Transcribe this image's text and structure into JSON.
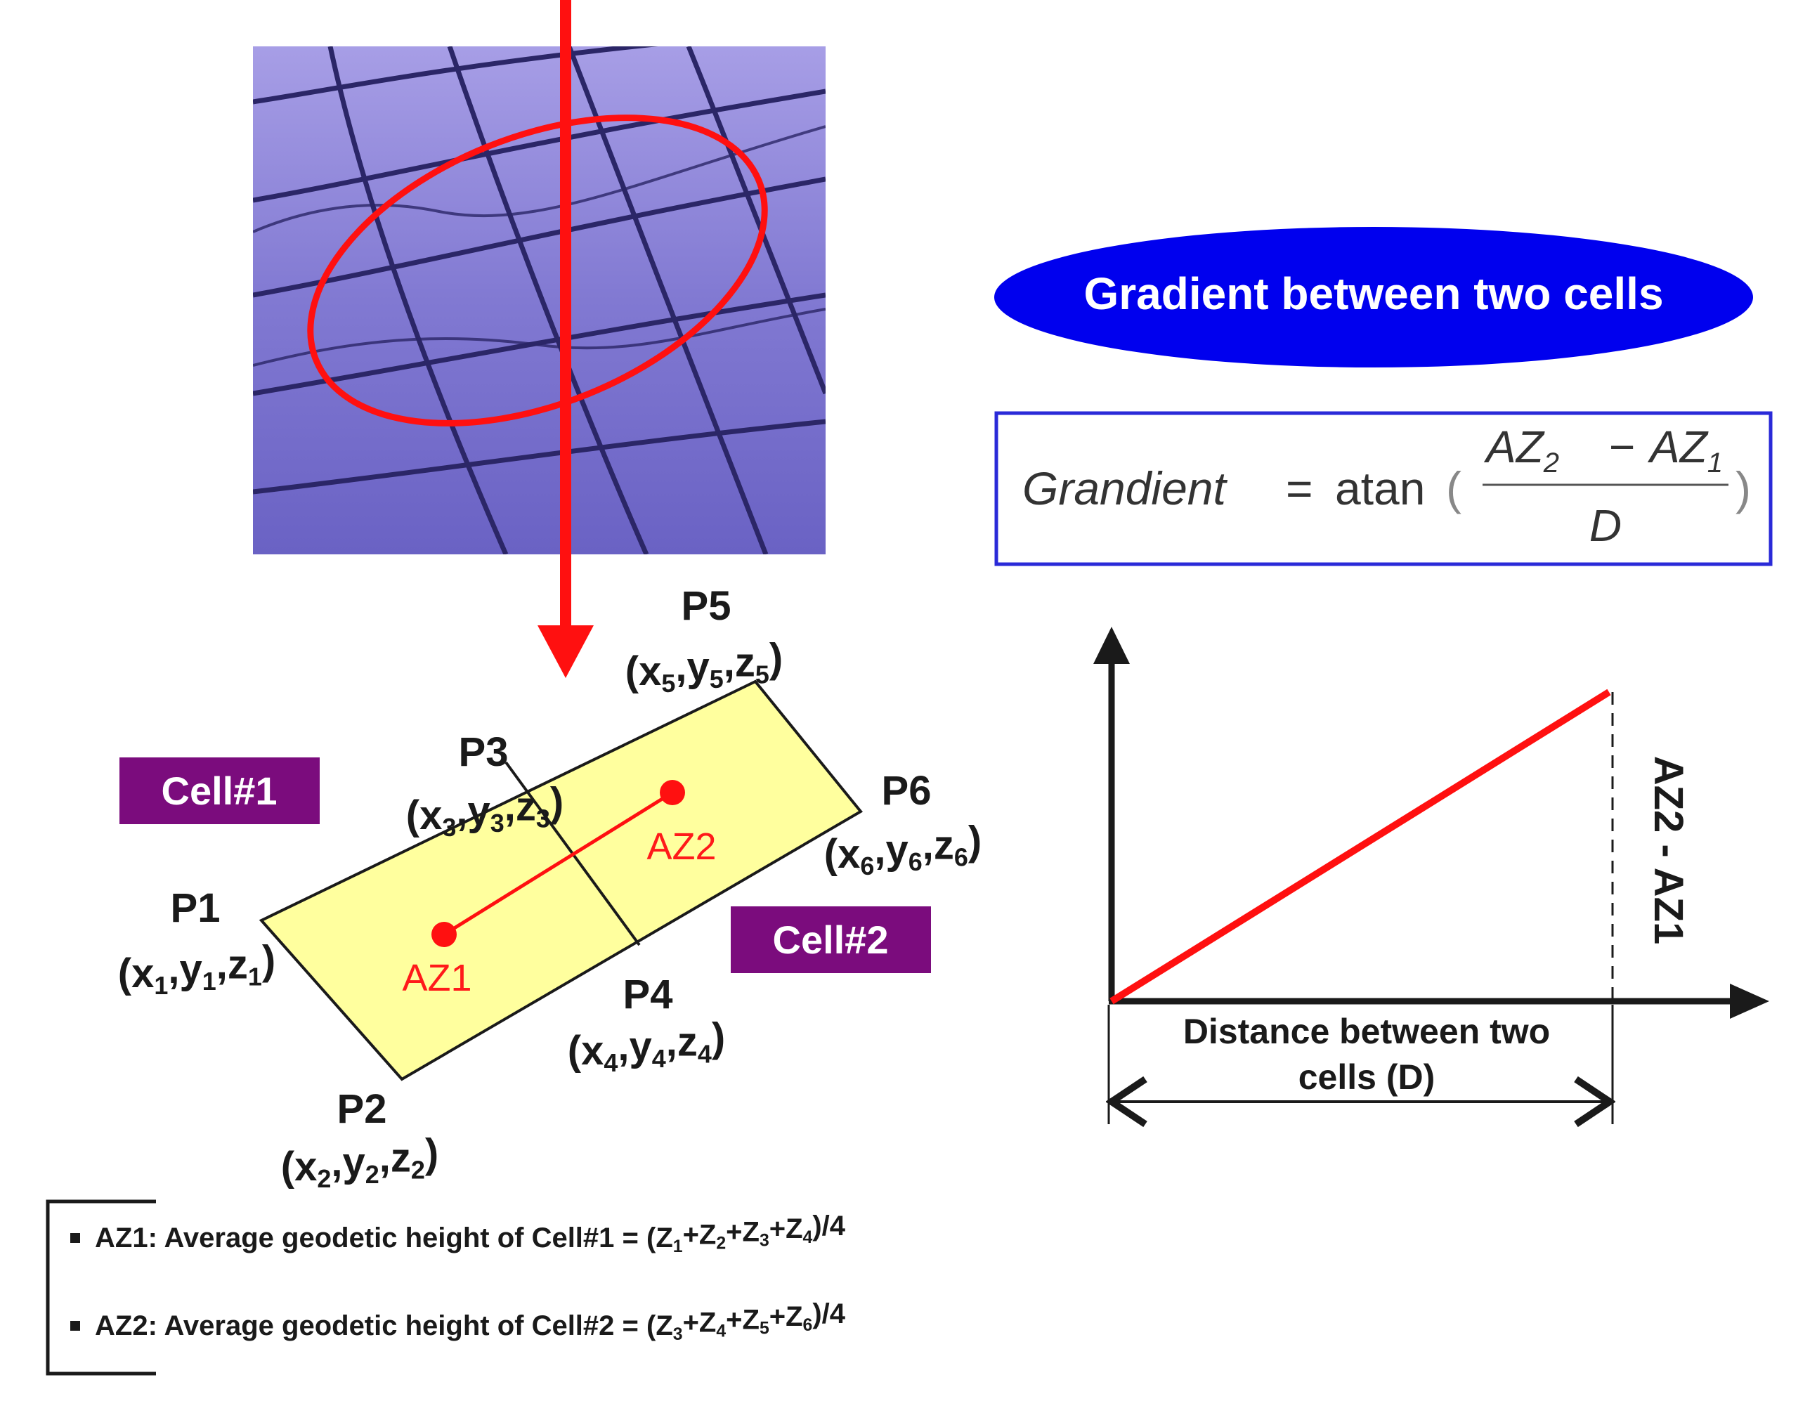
{
  "title": "Gradient between two cells",
  "formula": {
    "lhs": "Grandient",
    "eq": "=",
    "func": "atan",
    "open": "(",
    "close": ")",
    "num_a": "AZ",
    "num_a_sub": "2",
    "minus": "−",
    "num_b": "AZ",
    "num_b_sub": "1",
    "den": "D"
  },
  "cells": [
    {
      "label": "Cell#1",
      "color": "#7b0c7d"
    },
    {
      "label": "Cell#2",
      "color": "#7b0c7d"
    }
  ],
  "points": [
    {
      "name": "P1",
      "coord": [
        "x",
        "1",
        "y",
        "1",
        "z",
        "1"
      ]
    },
    {
      "name": "P2",
      "coord": [
        "x",
        "2",
        "y",
        "2",
        "z",
        "2"
      ]
    },
    {
      "name": "P3",
      "coord": [
        "x",
        "3",
        "y",
        "3",
        "z",
        "3"
      ]
    },
    {
      "name": "P4",
      "coord": [
        "x",
        "4",
        "y",
        "4",
        "z",
        "4"
      ]
    },
    {
      "name": "P5",
      "coord": [
        "x",
        "5",
        "y",
        "5",
        "z",
        "5"
      ]
    },
    {
      "name": "P6",
      "coord": [
        "x",
        "6",
        "y",
        "6",
        "z",
        "6"
      ]
    }
  ],
  "centroids": [
    "AZ1",
    "AZ2"
  ],
  "graph": {
    "vertical_label": "AZ2 - AZ1",
    "horizontal_label_1": "Distance between two",
    "horizontal_label_2": "cells (D)"
  },
  "notes": [
    {
      "prefix": "AZ1: Average geodetic height of Cell#1 = (Z",
      "subs": [
        "1",
        "2",
        "3",
        "4"
      ],
      "plus": "+Z",
      "suffix": ")/4"
    },
    {
      "prefix": "AZ2: Average geodetic height of Cell#2 = (Z",
      "subs": [
        "3",
        "4",
        "5",
        "6"
      ],
      "plus": "+Z",
      "suffix": ")/4"
    }
  ],
  "colors": {
    "terrain": "#8a82d6",
    "grid_lines": "#2a2560",
    "highlight": "#ff1010",
    "cell_fill": "#ffff9e",
    "title_ellipse": "#0000ee",
    "formula_border": "#2a2ad8",
    "cell_label_bg": "#7b0c7d"
  },
  "icons": [
    "highlight-ellipse",
    "down-arrow",
    "vertical-axis-arrow",
    "horizontal-axis-arrow",
    "gradient-line"
  ]
}
